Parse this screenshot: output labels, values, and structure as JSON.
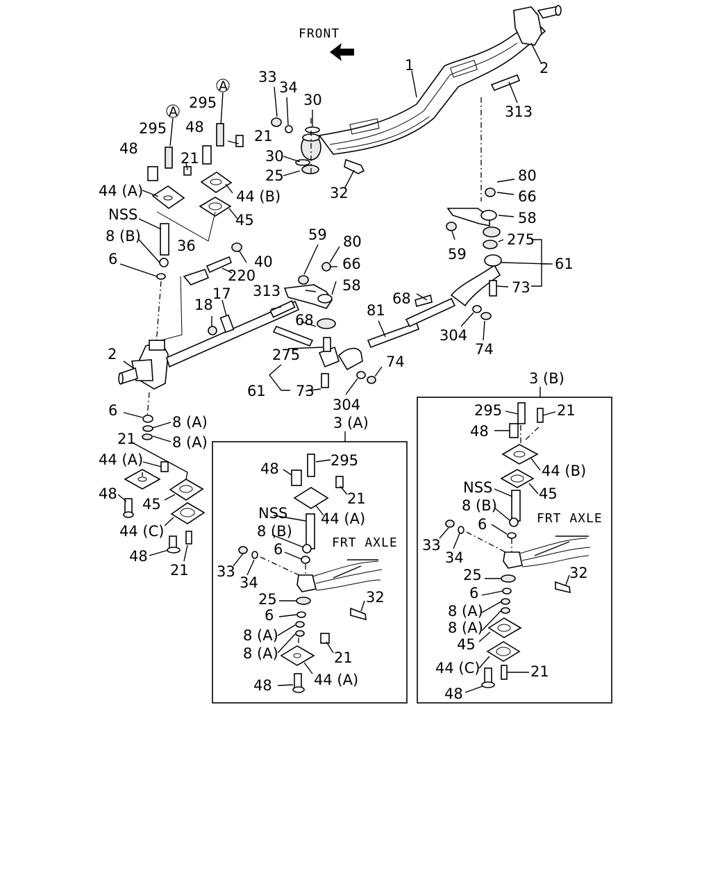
{
  "front_label": "FRONT",
  "frt_axle_label": "FRT AXLE",
  "circle_ref": "A",
  "subassemblies": {
    "a": {
      "title": "3 (A)"
    },
    "b": {
      "title": "3 (B)"
    }
  },
  "main_callouts": [
    {
      "id": "m1",
      "text": "1"
    },
    {
      "id": "m2a",
      "text": "2"
    },
    {
      "id": "m313a",
      "text": "313"
    },
    {
      "id": "m33",
      "text": "33"
    },
    {
      "id": "m34",
      "text": "34"
    },
    {
      "id": "m30a",
      "text": "30"
    },
    {
      "id": "m30b",
      "text": "30"
    },
    {
      "id": "m25",
      "text": "25"
    },
    {
      "id": "m32",
      "text": "32"
    },
    {
      "id": "m295a",
      "text": "295"
    },
    {
      "id": "m295b",
      "text": "295"
    },
    {
      "id": "m48a",
      "text": "48"
    },
    {
      "id": "m48b",
      "text": "48"
    },
    {
      "id": "m21a",
      "text": "21"
    },
    {
      "id": "m21b",
      "text": "21"
    },
    {
      "id": "m44a",
      "text": "44 (A)"
    },
    {
      "id": "m44b",
      "text": "44 (B)"
    },
    {
      "id": "m45a",
      "text": "45"
    },
    {
      "id": "mnss",
      "text": "NSS"
    },
    {
      "id": "m8b",
      "text": "8 (B)"
    },
    {
      "id": "m6a",
      "text": "6"
    },
    {
      "id": "m36",
      "text": "36"
    },
    {
      "id": "m220",
      "text": "220"
    },
    {
      "id": "m40",
      "text": "40"
    },
    {
      "id": "m18",
      "text": "18"
    },
    {
      "id": "m17",
      "text": "17"
    },
    {
      "id": "m313b",
      "text": "313"
    },
    {
      "id": "m59a",
      "text": "59"
    },
    {
      "id": "m80a",
      "text": "80"
    },
    {
      "id": "m66a",
      "text": "66"
    },
    {
      "id": "m58a",
      "text": "58"
    },
    {
      "id": "m80b",
      "text": "80"
    },
    {
      "id": "m66b",
      "text": "66"
    },
    {
      "id": "m58b",
      "text": "58"
    },
    {
      "id": "m59b",
      "text": "59"
    },
    {
      "id": "m275a",
      "text": "275"
    },
    {
      "id": "m61a",
      "text": "61"
    },
    {
      "id": "m73a",
      "text": "73"
    },
    {
      "id": "m68a",
      "text": "68"
    },
    {
      "id": "m304a",
      "text": "304"
    },
    {
      "id": "m74a",
      "text": "74"
    },
    {
      "id": "m81",
      "text": "81"
    },
    {
      "id": "m68b",
      "text": "68"
    },
    {
      "id": "m275b",
      "text": "275"
    },
    {
      "id": "m61b",
      "text": "61"
    },
    {
      "id": "m73b",
      "text": "73"
    },
    {
      "id": "m304b",
      "text": "304"
    },
    {
      "id": "m74b",
      "text": "74"
    },
    {
      "id": "m2b",
      "text": "2"
    },
    {
      "id": "m6b",
      "text": "6"
    },
    {
      "id": "m8a1",
      "text": "8 (A)"
    },
    {
      "id": "m8a2",
      "text": "8 (A)"
    },
    {
      "id": "m21c",
      "text": "21"
    },
    {
      "id": "m44c",
      "text": "44 (A)"
    },
    {
      "id": "m48c",
      "text": "48"
    },
    {
      "id": "m45b",
      "text": "45"
    },
    {
      "id": "m44d",
      "text": "44 (C)"
    },
    {
      "id": "m48d",
      "text": "48"
    },
    {
      "id": "m21d",
      "text": "21"
    }
  ],
  "box_a_callouts": [
    {
      "id": "a48",
      "text": "48"
    },
    {
      "id": "a295",
      "text": "295"
    },
    {
      "id": "a21",
      "text": "21"
    },
    {
      "id": "anss",
      "text": "NSS"
    },
    {
      "id": "a44",
      "text": "44 (A)"
    },
    {
      "id": "a8b",
      "text": "8 (B)"
    },
    {
      "id": "a6",
      "text": "6"
    },
    {
      "id": "a33",
      "text": "33"
    },
    {
      "id": "a34",
      "text": "34"
    },
    {
      "id": "a25",
      "text": "25"
    },
    {
      "id": "a32",
      "text": "32"
    },
    {
      "id": "a6b",
      "text": "6"
    },
    {
      "id": "a8a1",
      "text": "8 (A)"
    },
    {
      "id": "a8a2",
      "text": "8 (A)"
    },
    {
      "id": "a21b",
      "text": "21"
    },
    {
      "id": "a44b",
      "text": "44 (A)"
    },
    {
      "id": "a48b",
      "text": "48"
    }
  ],
  "box_b_callouts": [
    {
      "id": "b295",
      "text": "295"
    },
    {
      "id": "b21",
      "text": "21"
    },
    {
      "id": "b48",
      "text": "48"
    },
    {
      "id": "b44",
      "text": "44 (B)"
    },
    {
      "id": "bnss",
      "text": "NSS"
    },
    {
      "id": "b45",
      "text": "45"
    },
    {
      "id": "b8b",
      "text": "8 (B)"
    },
    {
      "id": "b6",
      "text": "6"
    },
    {
      "id": "b33",
      "text": "33"
    },
    {
      "id": "b34",
      "text": "34"
    },
    {
      "id": "b25",
      "text": "25"
    },
    {
      "id": "b32",
      "text": "32"
    },
    {
      "id": "b6b",
      "text": "6"
    },
    {
      "id": "b8a1",
      "text": "8 (A)"
    },
    {
      "id": "b8a2",
      "text": "8 (A)"
    },
    {
      "id": "b45b",
      "text": "45"
    },
    {
      "id": "b44c",
      "text": "44 (C)"
    },
    {
      "id": "b21b",
      "text": "21"
    },
    {
      "id": "b48b",
      "text": "48"
    }
  ]
}
